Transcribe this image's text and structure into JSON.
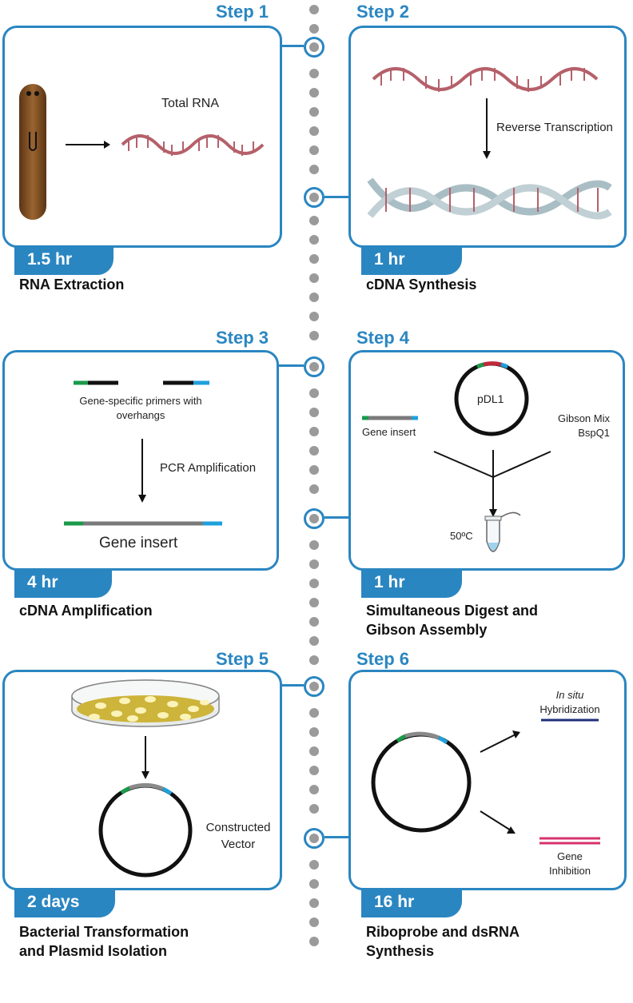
{
  "steps": [
    {
      "label": "Step 1",
      "time": "1.5 hr",
      "caption": "RNA Extraction"
    },
    {
      "label": "Step 2",
      "time": "1 hr",
      "caption": "cDNA Synthesis"
    },
    {
      "label": "Step 3",
      "time": "4 hr",
      "caption": "cDNA Amplification"
    },
    {
      "label": "Step 4",
      "time": "1 hr",
      "caption_line1": "Simultaneous Digest and",
      "caption_line2": "Gibson Assembly"
    },
    {
      "label": "Step 5",
      "time": "2 days",
      "caption_line1": "Bacterial Transformation",
      "caption_line2": "and Plasmid Isolation"
    },
    {
      "label": "Step 6",
      "time": "16 hr",
      "caption_line1": "Riboprobe and dsRNA",
      "caption_line2": "Synthesis"
    }
  ],
  "panel1": {
    "total_rna": "Total RNA"
  },
  "panel2": {
    "reverse_transcription": "Reverse Transcription"
  },
  "panel3": {
    "primers_line1": "Gene-specific primers with",
    "primers_line2": "overhangs",
    "pcr": "PCR Amplification",
    "gene_insert": "Gene insert"
  },
  "panel4": {
    "plasmid": "pDL1",
    "gene_insert": "Gene insert",
    "gibson_line1": "Gibson Mix",
    "gibson_line2": "BspQ1",
    "temperature": "50ºC"
  },
  "panel5": {
    "vector_line1": "Constructed",
    "vector_line2": "Vector"
  },
  "panel6": {
    "in_situ": "In situ",
    "hybridization": "Hybridization",
    "gene": "Gene",
    "inhibition": "Inhibition"
  },
  "colors": {
    "accent": "#2a86c1",
    "rna": "#b5606a",
    "dna": "#a9bec4",
    "green": "#1a9a4a",
    "cyan": "#1ea0dc",
    "red": "#c0283a",
    "navy": "#1f2f7a",
    "pink": "#d6336c"
  }
}
